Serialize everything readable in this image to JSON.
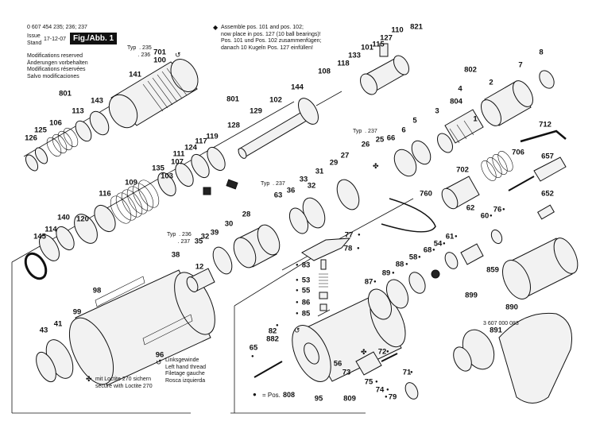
{
  "header": {
    "part_numbers": "0 607 454 235; 236; 237",
    "issue_label": "Issue",
    "stand_label": "Stand",
    "date": "17-12-07",
    "figure_label": "Fig./Abb. 1",
    "modifications": "Modifications reserved\nÄnderungen vorbehalten\nModifications réservées\nSalvo modificaciones"
  },
  "assembly_note": "Assemble pos. 101 and pos. 102;\nnow place in pos. 127 (10 ball bearings)!\nPos. 101 und Pos. 102 zusammenfügen;\ndanach 10 Kugeln Pos. 127 einfüllen!",
  "legend": {
    "loctite": "mit Loctite 270 sichern\nsecure with Loctite 270",
    "left_thread": "Linksgewinde\nLeft hand thread\nFiletage gauche\nRosca izquierda",
    "pos_note": "= Pos.",
    "pos_number": "808",
    "loctite_icon": "four-leaf-symbol",
    "left_thread_icon": "circled-arrow-symbol"
  },
  "variant_labels": {
    "typ_235_236": "Typ  . 235\n       . 236",
    "typ_237_a": "Typ  . 237",
    "typ_237_b": "Typ  . 237",
    "typ_236_237": "Typ  . 236\n       . 237"
  },
  "spare_kit_number": "3 607 000 083",
  "callouts": [
    {
      "id": "c821",
      "text": "821"
    },
    {
      "id": "c110",
      "text": "110"
    },
    {
      "id": "c127",
      "text": "127"
    },
    {
      "id": "c115",
      "text": "115"
    },
    {
      "id": "c101",
      "text": "101"
    },
    {
      "id": "c133",
      "text": "133"
    },
    {
      "id": "c118",
      "text": "118"
    },
    {
      "id": "c802",
      "text": "802"
    },
    {
      "id": "c7",
      "text": "7"
    },
    {
      "id": "c8",
      "text": "8"
    },
    {
      "id": "c2",
      "text": "2"
    },
    {
      "id": "c4",
      "text": "4"
    },
    {
      "id": "c804",
      "text": "804"
    },
    {
      "id": "c3",
      "text": "3"
    },
    {
      "id": "c1",
      "text": "1"
    },
    {
      "id": "c712",
      "text": "712"
    },
    {
      "id": "c5",
      "text": "5"
    },
    {
      "id": "c6",
      "text": "6"
    },
    {
      "id": "c66",
      "text": "66"
    },
    {
      "id": "c706",
      "text": "706"
    },
    {
      "id": "c657",
      "text": "657"
    },
    {
      "id": "c702",
      "text": "702"
    },
    {
      "id": "c652",
      "text": "652"
    },
    {
      "id": "c701",
      "text": "701"
    },
    {
      "id": "c100",
      "text": "100"
    },
    {
      "id": "c141",
      "text": "141"
    },
    {
      "id": "c801a",
      "text": "801"
    },
    {
      "id": "c143",
      "text": "143"
    },
    {
      "id": "c113",
      "text": "113"
    },
    {
      "id": "c106",
      "text": "106"
    },
    {
      "id": "c125",
      "text": "125"
    },
    {
      "id": "c126",
      "text": "126"
    },
    {
      "id": "c108",
      "text": "108"
    },
    {
      "id": "c144",
      "text": "144"
    },
    {
      "id": "c801b",
      "text": "801"
    },
    {
      "id": "c102",
      "text": "102"
    },
    {
      "id": "c129",
      "text": "129"
    },
    {
      "id": "c128",
      "text": "128"
    },
    {
      "id": "c119",
      "text": "119"
    },
    {
      "id": "c117",
      "text": "117"
    },
    {
      "id": "c124",
      "text": "124"
    },
    {
      "id": "c111",
      "text": "111"
    },
    {
      "id": "c107",
      "text": "107"
    },
    {
      "id": "c135",
      "text": "135"
    },
    {
      "id": "c103",
      "text": "103"
    },
    {
      "id": "c109",
      "text": "109"
    },
    {
      "id": "c116",
      "text": "116"
    },
    {
      "id": "c140",
      "text": "140"
    },
    {
      "id": "c120",
      "text": "120"
    },
    {
      "id": "c114",
      "text": "114"
    },
    {
      "id": "c145",
      "text": "145"
    },
    {
      "id": "c26",
      "text": "26"
    },
    {
      "id": "c25",
      "text": "25"
    },
    {
      "id": "c27",
      "text": "27"
    },
    {
      "id": "c29",
      "text": "29"
    },
    {
      "id": "c31",
      "text": "31"
    },
    {
      "id": "c33",
      "text": "33"
    },
    {
      "id": "c32a",
      "text": "32"
    },
    {
      "id": "c36",
      "text": "36"
    },
    {
      "id": "c63",
      "text": "63"
    },
    {
      "id": "c28",
      "text": "28"
    },
    {
      "id": "c760",
      "text": "760"
    },
    {
      "id": "c62",
      "text": "62"
    },
    {
      "id": "c76",
      "text": "76"
    },
    {
      "id": "c60",
      "text": "60"
    },
    {
      "id": "c61",
      "text": "61"
    },
    {
      "id": "c54",
      "text": "54"
    },
    {
      "id": "c68",
      "text": "68"
    },
    {
      "id": "c58",
      "text": "58"
    },
    {
      "id": "c88",
      "text": "88"
    },
    {
      "id": "c89",
      "text": "89"
    },
    {
      "id": "c87",
      "text": "87"
    },
    {
      "id": "c77",
      "text": "77"
    },
    {
      "id": "c78",
      "text": "78"
    },
    {
      "id": "c83",
      "text": "83"
    },
    {
      "id": "c53",
      "text": "53"
    },
    {
      "id": "c55",
      "text": "55"
    },
    {
      "id": "c86",
      "text": "86"
    },
    {
      "id": "c85",
      "text": "85"
    },
    {
      "id": "c39",
      "text": "39"
    },
    {
      "id": "c32b",
      "text": "32"
    },
    {
      "id": "c35",
      "text": "35"
    },
    {
      "id": "c30",
      "text": "30"
    },
    {
      "id": "c38",
      "text": "38"
    },
    {
      "id": "c12",
      "text": "12"
    },
    {
      "id": "c98",
      "text": "98"
    },
    {
      "id": "c99",
      "text": "99"
    },
    {
      "id": "c41",
      "text": "41"
    },
    {
      "id": "c43",
      "text": "43"
    },
    {
      "id": "c96",
      "text": "96"
    },
    {
      "id": "c82",
      "text": "82"
    },
    {
      "id": "c882",
      "text": "882"
    },
    {
      "id": "c65",
      "text": "65"
    },
    {
      "id": "c95",
      "text": "95"
    },
    {
      "id": "c72",
      "text": "72"
    },
    {
      "id": "c56",
      "text": "56"
    },
    {
      "id": "c73",
      "text": "73"
    },
    {
      "id": "c75",
      "text": "75"
    },
    {
      "id": "c74",
      "text": "74"
    },
    {
      "id": "c79",
      "text": "79"
    },
    {
      "id": "c71",
      "text": "71"
    },
    {
      "id": "c809",
      "text": "809"
    },
    {
      "id": "c859",
      "text": "859"
    },
    {
      "id": "c899",
      "text": "899"
    },
    {
      "id": "c890",
      "text": "890"
    },
    {
      "id": "c891",
      "text": "891"
    }
  ]
}
